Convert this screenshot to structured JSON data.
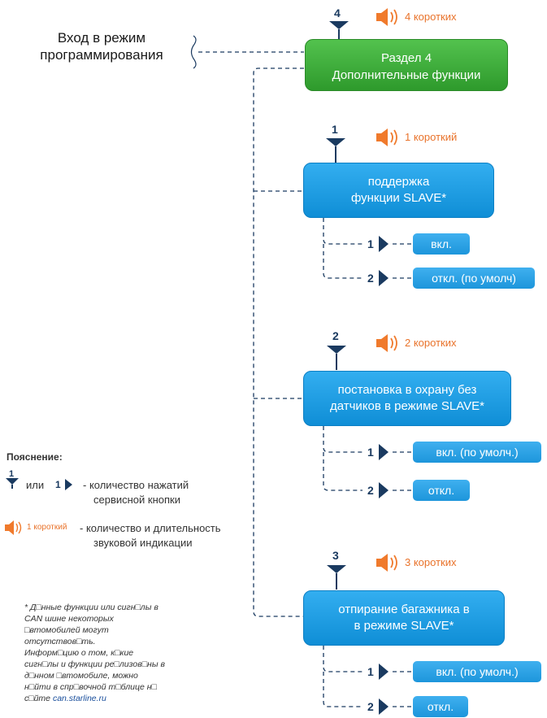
{
  "entry_label": "Вход в режим программирования",
  "section": {
    "press_count": "4",
    "signal": "4 коротких",
    "title_line1": "Раздел 4",
    "title_line2": "Дополнительные функции"
  },
  "functions": [
    {
      "press_count": "1",
      "signal": "1 короткий",
      "title_line1": "поддержка",
      "title_line2": "функции SLAVE*",
      "options": [
        {
          "num": "1",
          "label": "вкл."
        },
        {
          "num": "2",
          "label": "откл. (по умолч)"
        }
      ]
    },
    {
      "press_count": "2",
      "signal": "2 коротких",
      "title_line1": "постановка в охрану без",
      "title_line2": "датчиков в режиме SLAVE*",
      "options": [
        {
          "num": "1",
          "label": "вкл. (по умолч.)"
        },
        {
          "num": "2",
          "label": "откл."
        }
      ]
    },
    {
      "press_count": "3",
      "signal": "3 коротких",
      "title_line1": "отпирание багажника в",
      "title_line2": "в режиме SLAVE*",
      "options": [
        {
          "num": "1",
          "label": "вкл. (по умолч.)"
        },
        {
          "num": "2",
          "label": "откл."
        }
      ]
    }
  ],
  "legend": {
    "title": "Пояснение:",
    "num_down": "1",
    "or": "или",
    "num_right": "1",
    "press_desc_line1": "- количество нажатий",
    "press_desc_line2": "сервисной кнопки",
    "signal_example": "1 короткий",
    "signal_desc_line1": "- количество и длительность",
    "signal_desc_line2": "звуковой индикации"
  },
  "footnote": {
    "lines": [
      "* Д□нные функции или сигн□лы в",
      "CAN шине некоторых",
      "□втомобилей могут",
      "отсутствов□ть.",
      "Информ□цию о том, к□кие",
      "сигн□лы и функции ре□лизов□ны в",
      "д□нном □втомобиле, можно",
      "н□йти в спр□вочной т□блице н□"
    ],
    "last_prefix": "с□йте",
    "link": "can.starline.ru"
  },
  "colors": {
    "arrow": "#1a3a60",
    "speaker": "#f07a2c",
    "signal_text": "#e9732b",
    "green_box": "#3aa836",
    "blue_box": "#1a9be0",
    "dashes": "#1a3a60"
  }
}
